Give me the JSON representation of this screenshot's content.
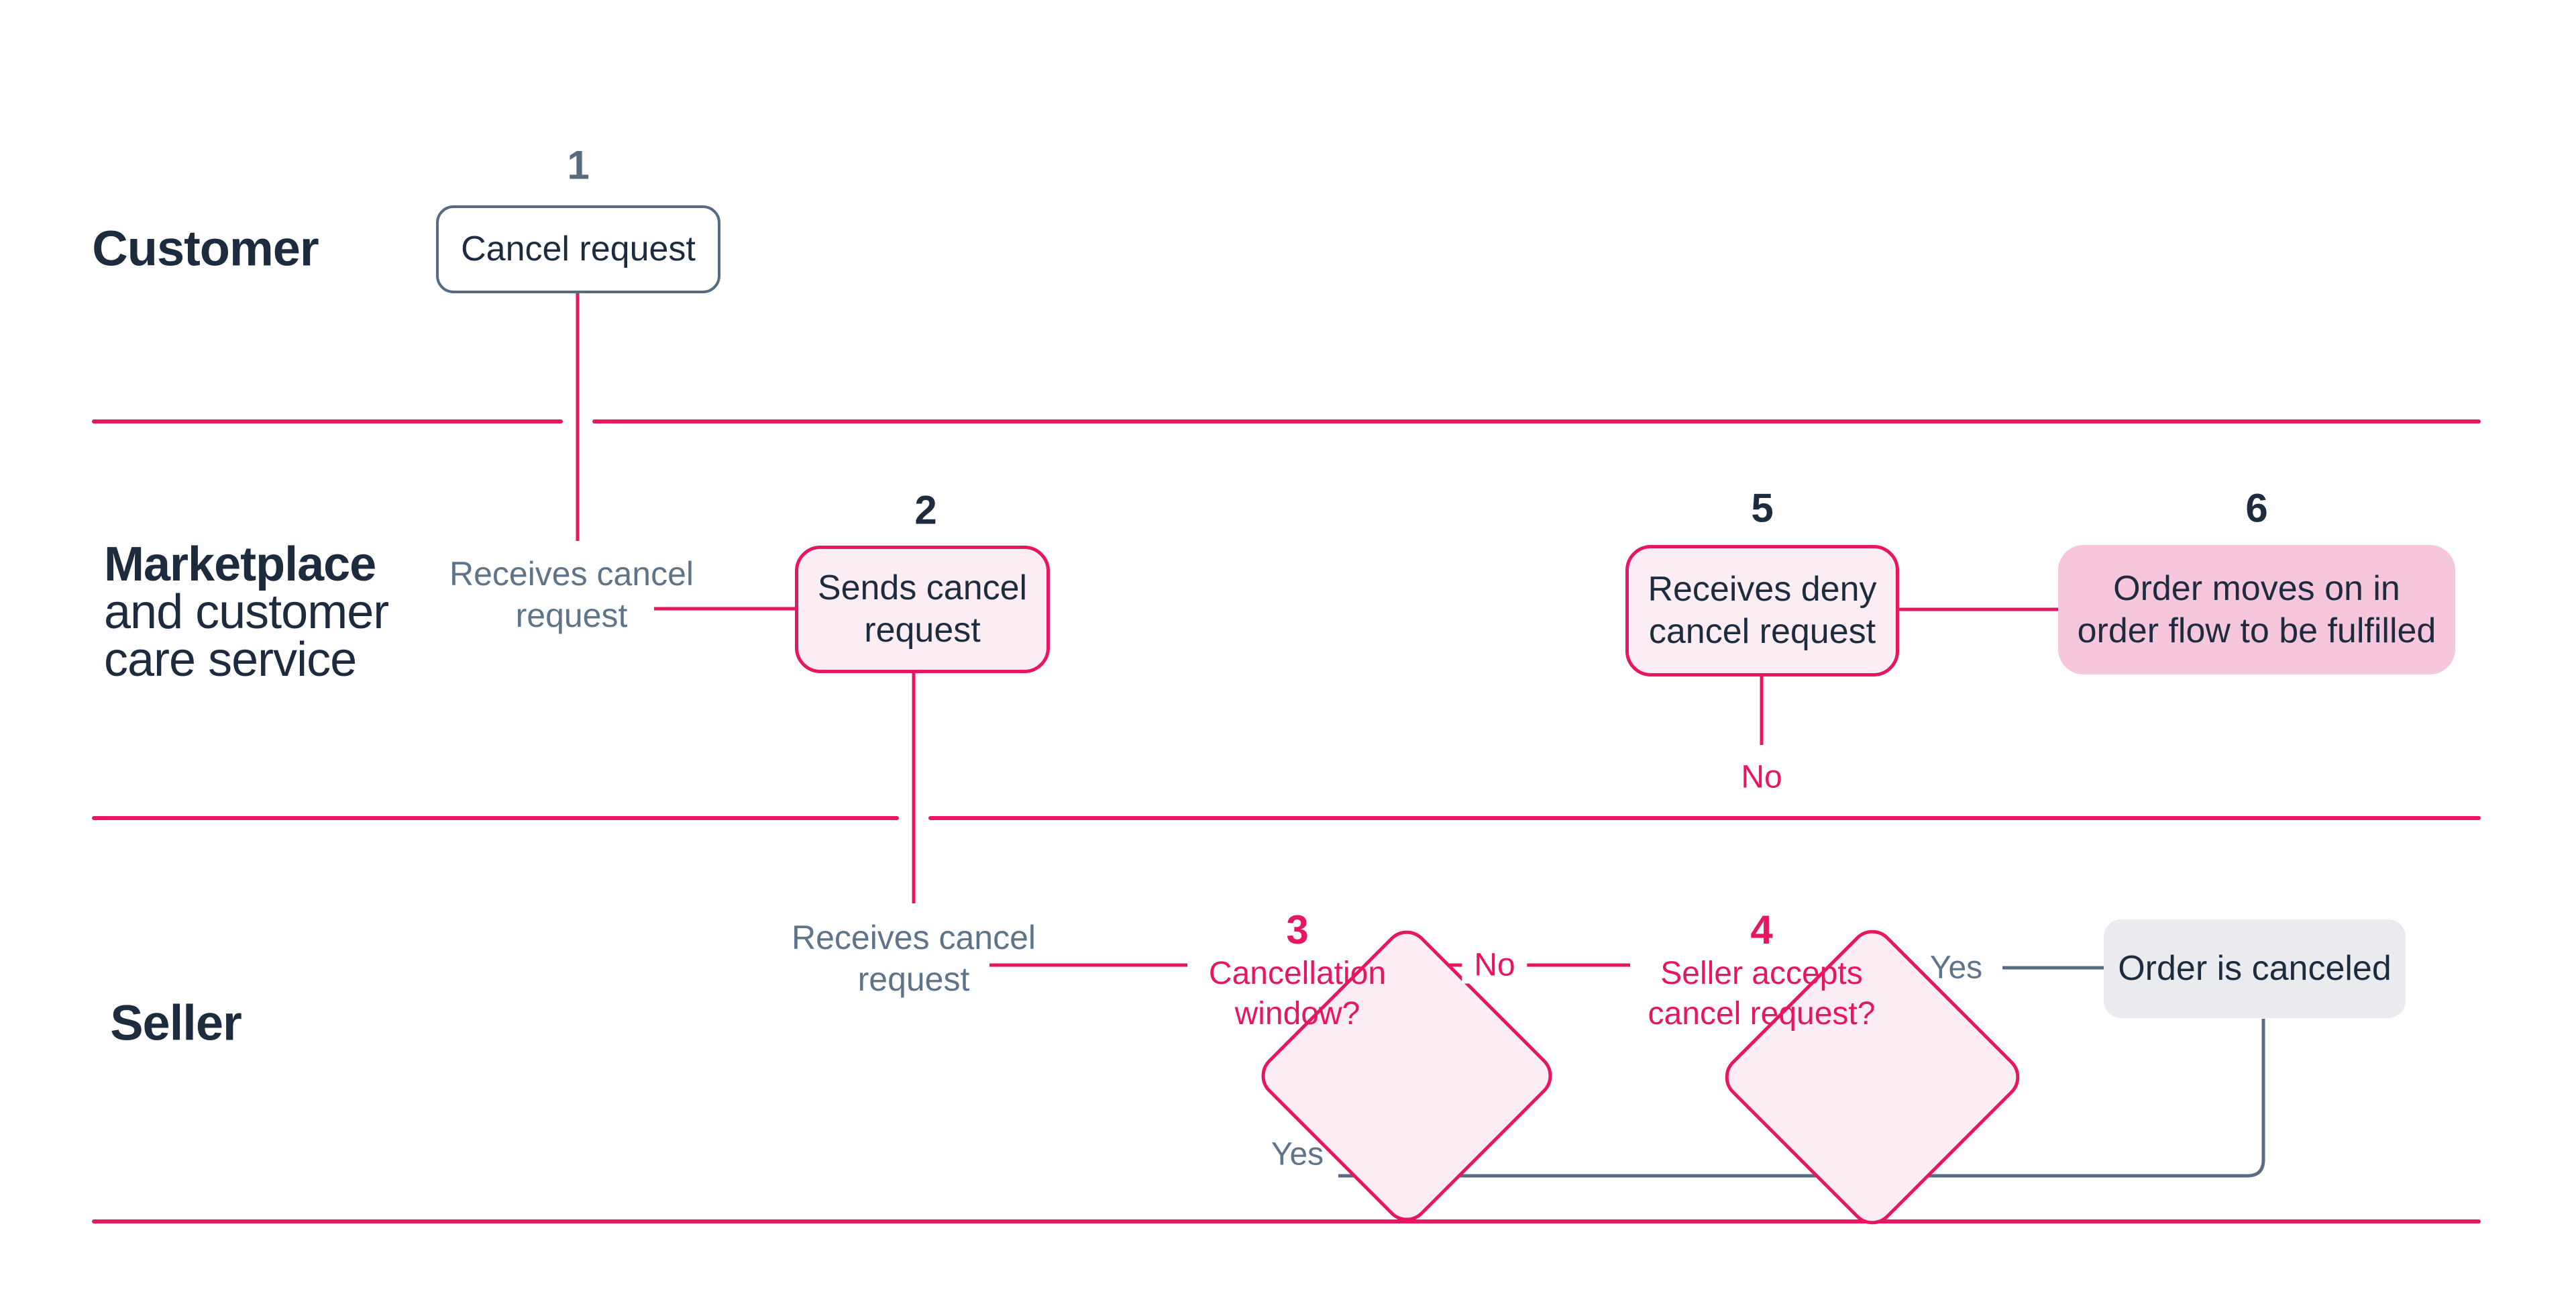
{
  "colors": {
    "accent_pink": "#e61760",
    "pale_pink_fill": "#fcecf3",
    "mid_pink_fill": "#f5c6dc",
    "gray_fill": "#e9ebef",
    "navy_text": "#1d2b3f",
    "slate_line": "#5a6c82",
    "slate_text": "#5f7389",
    "slate_border": "#566a80"
  },
  "lanes": [
    {
      "label": "Customer"
    },
    {
      "title": "Marketplace",
      "subtitle": "and customer\ncare service"
    },
    {
      "label": "Seller"
    }
  ],
  "nodes": {
    "step1": {
      "number": "1",
      "label": "Cancel request"
    },
    "step2": {
      "number": "2",
      "label": "Sends cancel\nrequest"
    },
    "step3": {
      "number": "3",
      "label": "Cancellation\nwindow?"
    },
    "step4": {
      "number": "4",
      "label": "Seller accepts\ncancel request?"
    },
    "step5": {
      "number": "5",
      "label": "Receives deny\ncancel request"
    },
    "step6": {
      "number": "6",
      "label": "Order moves on in\norder flow to be fulfilled"
    },
    "order_canceled": {
      "label": "Order is canceled"
    }
  },
  "annotations": {
    "marketplace_receives": "Receives cancel\nrequest",
    "seller_receives": "Receives cancel\nrequest"
  },
  "edges": {
    "no_step4_step5": "No",
    "no_step3_step4": "No",
    "yes_step4_canceled": "Yes",
    "yes_step3_canceled": "Yes"
  }
}
